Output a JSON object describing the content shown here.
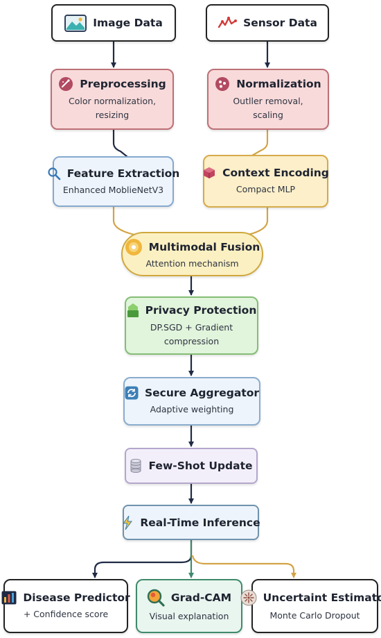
{
  "nodes": {
    "image_data": {
      "title": "Image Data"
    },
    "sensor_data": {
      "title": "Sensor Data"
    },
    "preprocessing": {
      "title": "Preprocessing",
      "subtitle": "Color normalization,",
      "subtitle2": "resizing"
    },
    "normalization": {
      "title": "Normalization",
      "subtitle": "Outller removal,",
      "subtitle2": "scaling"
    },
    "feature_extraction": {
      "title": "Feature Extraction",
      "subtitle": "Enhanced MoblieNetV3"
    },
    "context_encoding": {
      "title": "Context Encoding",
      "subtitle": "Compact MLP"
    },
    "multimodal_fusion": {
      "title": "Multimodal Fusion",
      "subtitle": "Attention mechanism"
    },
    "privacy_protection": {
      "title": "Privacy Protection",
      "subtitle": "DP.SGD + Gradient",
      "subtitle2": "compression"
    },
    "secure_aggregator": {
      "title": "Secure Aggregator",
      "subtitle": "Adaptive weighting"
    },
    "few_shot_update": {
      "title": "Few-Shot Update"
    },
    "real_time_inference": {
      "title": "Real-Time Inference"
    },
    "disease_predictor": {
      "title": "Disease Predictor",
      "subtitle": "+ Confidence score"
    },
    "grad_cam": {
      "title": "Grad-CAM",
      "subtitle": "Visual explanation"
    },
    "uncertainty_estimator": {
      "title": "Uncertaint Estimator",
      "subtitle": "Monte Carlo Dropout"
    }
  },
  "icons": {
    "image_data": "image-icon",
    "sensor_data": "sensor-signal-icon",
    "preprocessing": "wand-icon",
    "normalization": "scatter-dots-icon",
    "feature_extraction": "magnifier-icon",
    "context_encoding": "cube-icon",
    "multimodal_fusion": "fusion-target-icon",
    "privacy_protection": "shield-icon",
    "secure_aggregator": "sync-icon",
    "few_shot_update": "database-icon",
    "real_time_inference": "lightning-icon",
    "disease_predictor": "bar-chart-icon",
    "grad_cam": "heatmap-magnifier-icon",
    "uncertainty_estimator": "uncertainty-icon"
  },
  "colors": {
    "dark_connector": "#1f2a44",
    "gold_connector": "#d2a445",
    "teal_connector": "#3f8a6b",
    "pink_fill": "#f8dada",
    "blue_fill": "#eef4fb",
    "yellow_fill": "#fcefc9",
    "green_fill": "#e1f4dc",
    "lavender_fill": "#f3effa"
  }
}
